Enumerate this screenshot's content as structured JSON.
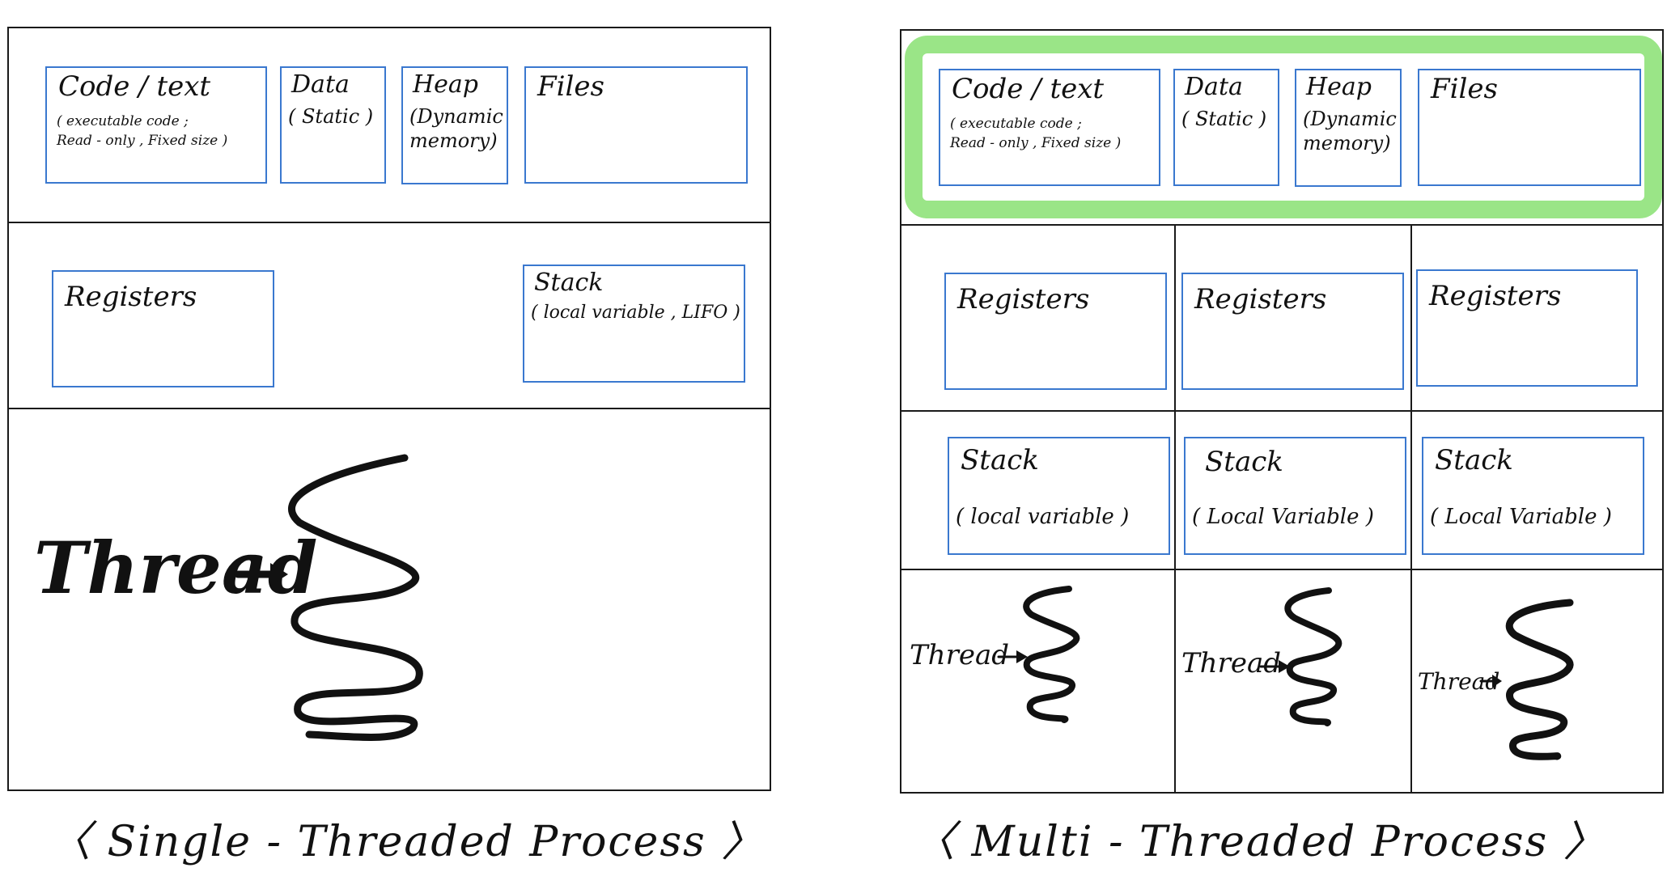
{
  "single": {
    "caption": "〈 Single - Threaded Process 〉",
    "code": {
      "title": "Code / text",
      "subtitle_line1": "( executable code ;",
      "subtitle_line2": "Read - only , Fixed size )"
    },
    "data": {
      "title": "Data",
      "subtitle": "( Static )"
    },
    "heap": {
      "title": "Heap",
      "subtitle_line1": "(Dynamic",
      "subtitle_line2": "memory)"
    },
    "files": {
      "title": "Files"
    },
    "registers": {
      "title": "Registers"
    },
    "stack": {
      "title": "Stack",
      "subtitle": "( local variable , LIFO )"
    },
    "thread_label": "Thread"
  },
  "multi": {
    "caption": "〈 Multi - Threaded Process 〉",
    "code": {
      "title": "Code / text",
      "subtitle_line1": "( executable code ;",
      "subtitle_line2": "Read - only , Fixed size )"
    },
    "data": {
      "title": "Data",
      "subtitle": "( Static )"
    },
    "heap": {
      "title": "Heap",
      "subtitle_line1": "(Dynamic",
      "subtitle_line2": "memory)"
    },
    "files": {
      "title": "Files"
    },
    "registers": [
      {
        "title": "Registers"
      },
      {
        "title": "Registers"
      },
      {
        "title": "Registers"
      }
    ],
    "stacks": [
      {
        "title": "Stack",
        "subtitle": "( local variable )"
      },
      {
        "title": "Stack",
        "subtitle": "( Local Variable )"
      },
      {
        "title": "Stack",
        "subtitle": "( Local Variable )"
      }
    ],
    "threads": [
      {
        "label": "Thread"
      },
      {
        "label": "Thread"
      },
      {
        "label": "Thread"
      }
    ]
  },
  "colors": {
    "box_border": "#3a78cf",
    "highlight": "#8fe27a",
    "ink": "#111111"
  }
}
